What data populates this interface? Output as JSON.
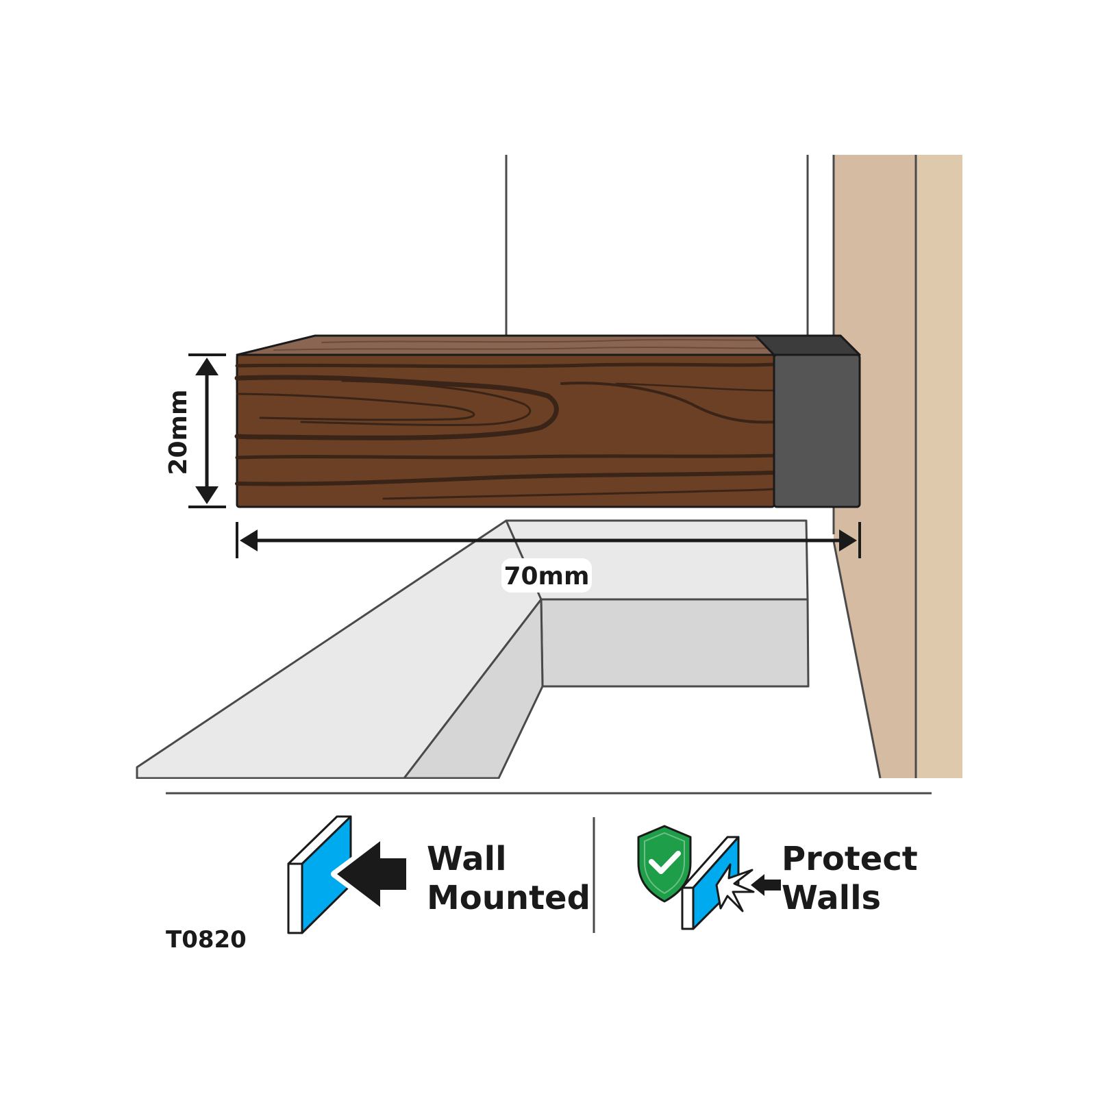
{
  "dimensions": {
    "height_label": "20mm",
    "width_label": "70mm"
  },
  "features": [
    {
      "line1": "Wall",
      "line2": "Mounted",
      "icon": "wall-mount-arrow-icon"
    },
    {
      "line1": "Protect",
      "line2": "Walls",
      "icon": "shield-check-wall-icon"
    }
  ],
  "product_code": "T0820",
  "colors": {
    "wood": "#6b4024",
    "wood_top": "#8a6552",
    "wood_grain": "#3a2418",
    "cap_front": "#555555",
    "cap_top": "#3c3c3c",
    "wall": "#d4bba1",
    "wall_far": "#dfc9ad",
    "panel_blue": "#00aaee",
    "shield_green": "#1e9e48",
    "floor_light": "#e9e9ea",
    "floor_mid": "#d6d6d7"
  }
}
